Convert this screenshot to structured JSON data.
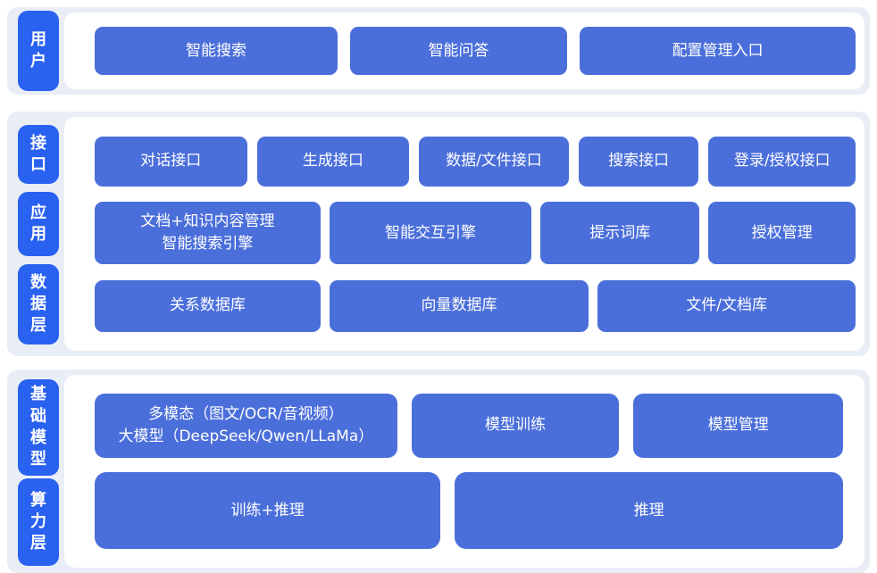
{
  "colors": {
    "pill_blue": "#2961f0",
    "node_blue": "#4b6fda",
    "section_background": "#e9eef6",
    "panel_background": "#ffffff",
    "text": "#ffffff"
  },
  "layers": {
    "user": {
      "label": "用户",
      "buttons": {
        "smart_search": "智能搜索",
        "smart_qa": "智能问答",
        "config_entry": "配置管理入口"
      }
    },
    "middle": {
      "interface_label": "接口",
      "application_label": "应用",
      "data_label": "数据层",
      "interface_row": {
        "dialog_api": "对话接口",
        "generation_api": "生成接口",
        "data_file_api": "数据/文件接口",
        "search_api": "搜索接口",
        "login_auth_api": "登录/授权接口"
      },
      "application_row": {
        "doc_engine_line1": "文档+知识内容管理",
        "doc_engine_line2": "智能搜索引擎",
        "interactive_engine": "智能交互引擎",
        "prompt_library": "提示词库",
        "auth_management": "授权管理"
      },
      "data_row": {
        "relational_db": "关系数据库",
        "vector_db": "向量数据库",
        "file_doc_store": "文件/文档库"
      }
    },
    "bottom": {
      "foundation_model_label": "基础模型",
      "compute_label": "算力层",
      "model_row": {
        "multimodal_llm_line1": "多模态（图文/OCR/音视频）",
        "multimodal_llm_line2": "大模型（DeepSeek/Qwen/LLaMa）",
        "model_training": "模型训练",
        "model_management": "模型管理"
      },
      "compute_row": {
        "training_inference": "训练+推理",
        "inference": "推理"
      }
    }
  }
}
